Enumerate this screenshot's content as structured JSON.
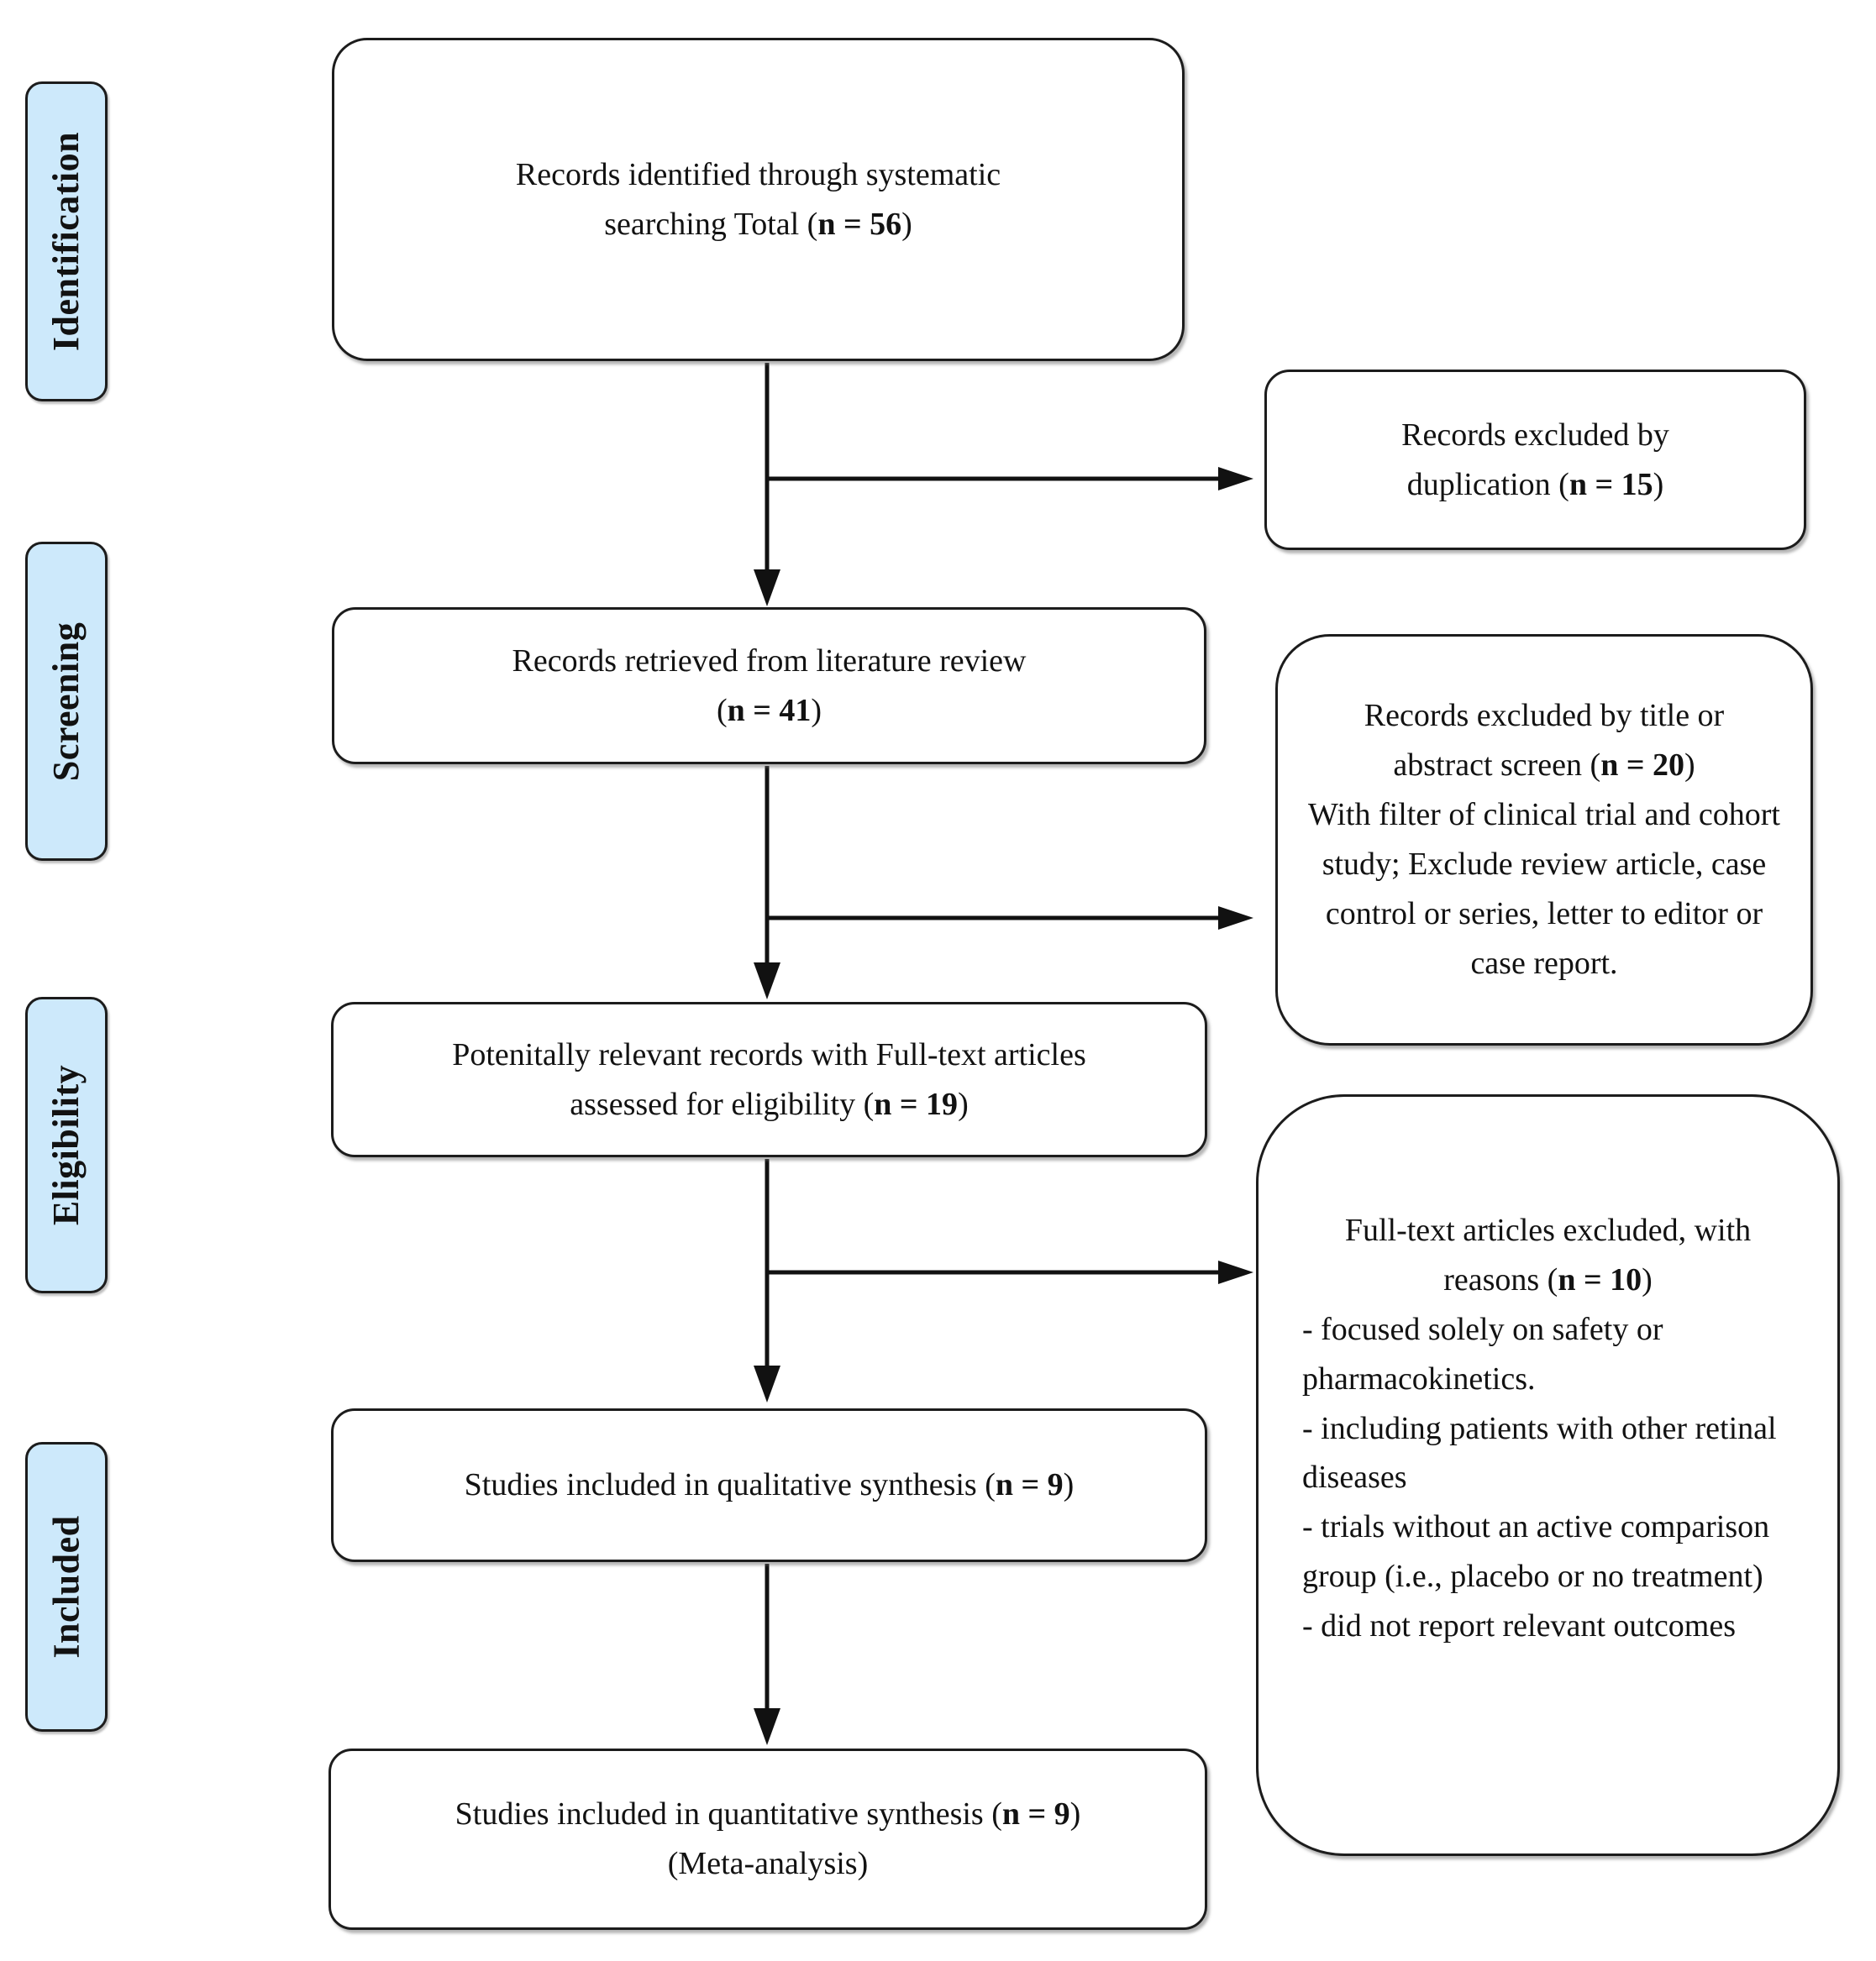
{
  "stages": [
    {
      "label": "Identification"
    },
    {
      "label": "Screening"
    },
    {
      "label": "Eligibility"
    },
    {
      "label": "Included"
    }
  ],
  "boxes": {
    "identified": {
      "line1": "Records identified through systematic",
      "line2_pre": "searching Total (",
      "line2_n": "n = 56",
      "line2_post": ")"
    },
    "excluded_duplication": {
      "line1": "Records excluded by",
      "line2_pre": "duplication (",
      "line2_n": "n = 15",
      "line2_post": ")"
    },
    "retrieved": {
      "line1": "Records retrieved from literature review",
      "line2_pre": "(",
      "line2_n": "n = 41",
      "line2_post": ")"
    },
    "excluded_title_abstract": {
      "line1": "Records excluded by title or",
      "line2_pre": "abstract screen (",
      "line2_n": "n = 20",
      "line2_post": ")",
      "note": "With filter of clinical trial and cohort study; Exclude review article, case control or series, letter to editor or case report."
    },
    "eligibility_assessed": {
      "line1": "Potenitally relevant records with Full-text articles",
      "line2_pre": "assessed for eligibility (",
      "line2_n": "n = 19",
      "line2_post": ")"
    },
    "fulltext_excluded": {
      "line1": "Full-text articles excluded, with",
      "line2_pre": "reasons (",
      "line2_n": "n = 10",
      "line2_post": ")",
      "reasons": [
        "- focused solely on safety or pharmacokinetics.",
        "- including patients with other retinal diseases",
        "- trials without an active comparison group (i.e., placebo or no treatment)",
        "- did not report relevant outcomes"
      ]
    },
    "qualitative": {
      "line1_pre": "Studies included in qualitative synthesis (",
      "line1_n": "n = 9",
      "line1_post": ")"
    },
    "quantitative": {
      "line1_pre": "Studies included in quantitative synthesis (",
      "line1_n": "n = 9",
      "line1_post": ")",
      "line2": "(Meta-analysis)"
    }
  },
  "colors": {
    "stage_fill": "#cde9fb",
    "box_border": "#1c1c1c",
    "arrow": "#111111",
    "background": "#ffffff"
  }
}
